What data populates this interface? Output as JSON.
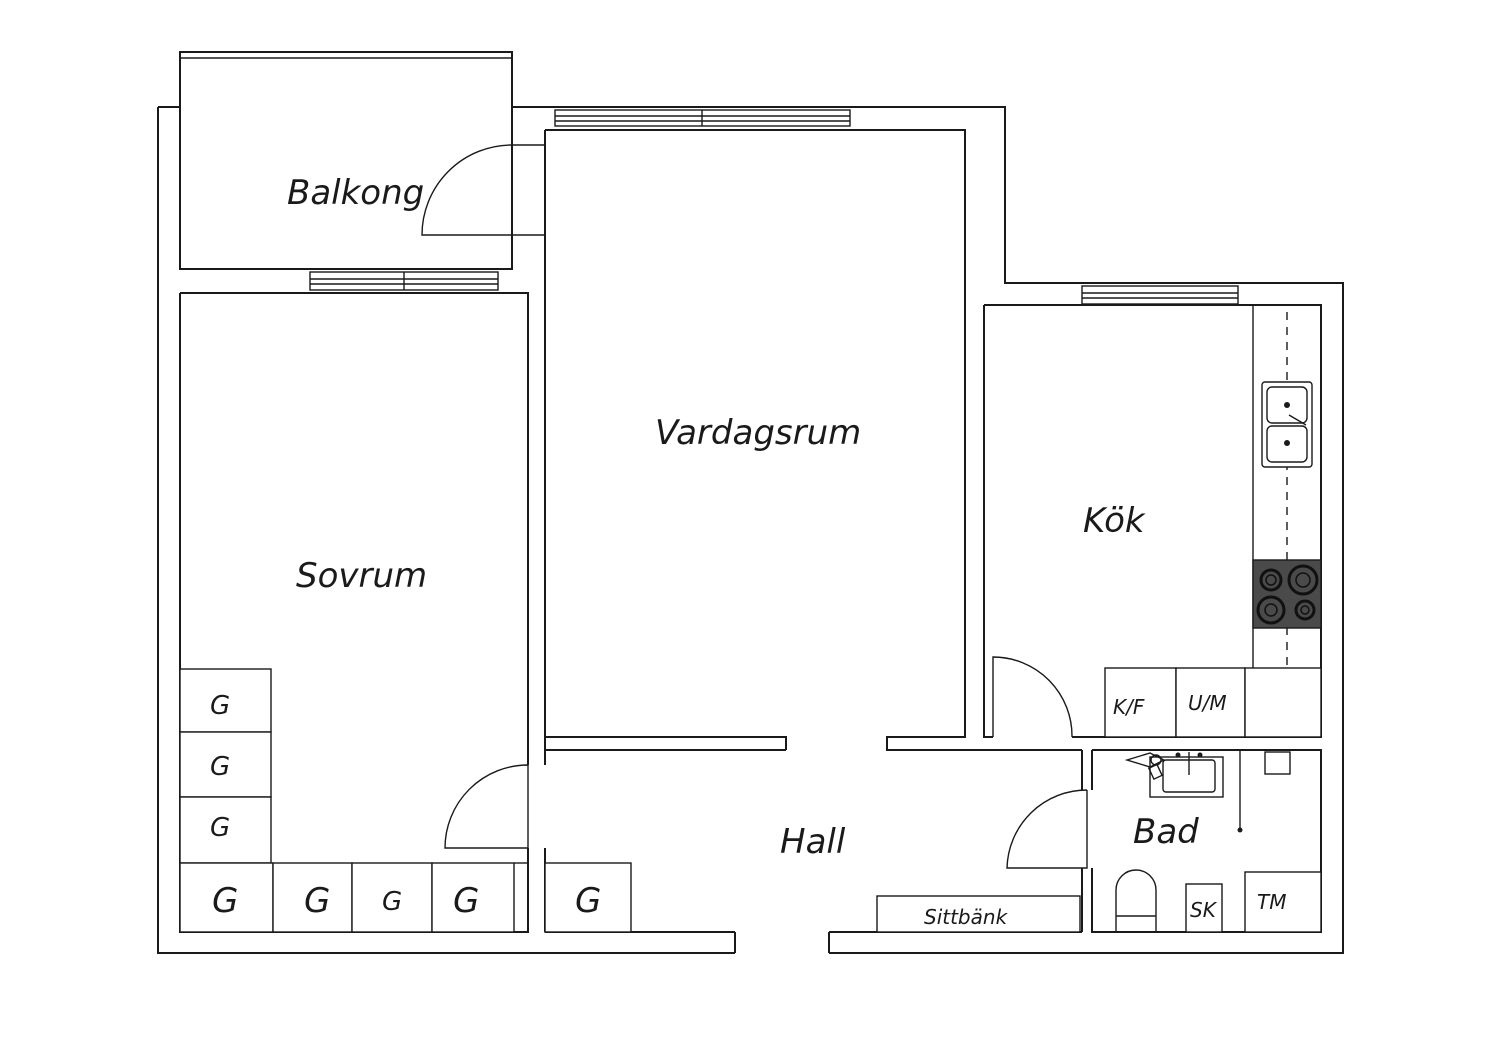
{
  "rooms": {
    "balkong": "Balkong",
    "vardagsrum": "Vardagsrum",
    "sovrum": "Sovrum",
    "kok": "Kök",
    "hall": "Hall",
    "bad": "Bad"
  },
  "fixtures": {
    "wardrobe": "G",
    "fridge_freezer": "K/F",
    "oven_microwave": "U/M",
    "bench": "Sittbänk",
    "cabinet": "SK",
    "washer": "TM"
  },
  "colors": {
    "wall": "#1a1a1a",
    "stove": "#4a4a4a"
  }
}
